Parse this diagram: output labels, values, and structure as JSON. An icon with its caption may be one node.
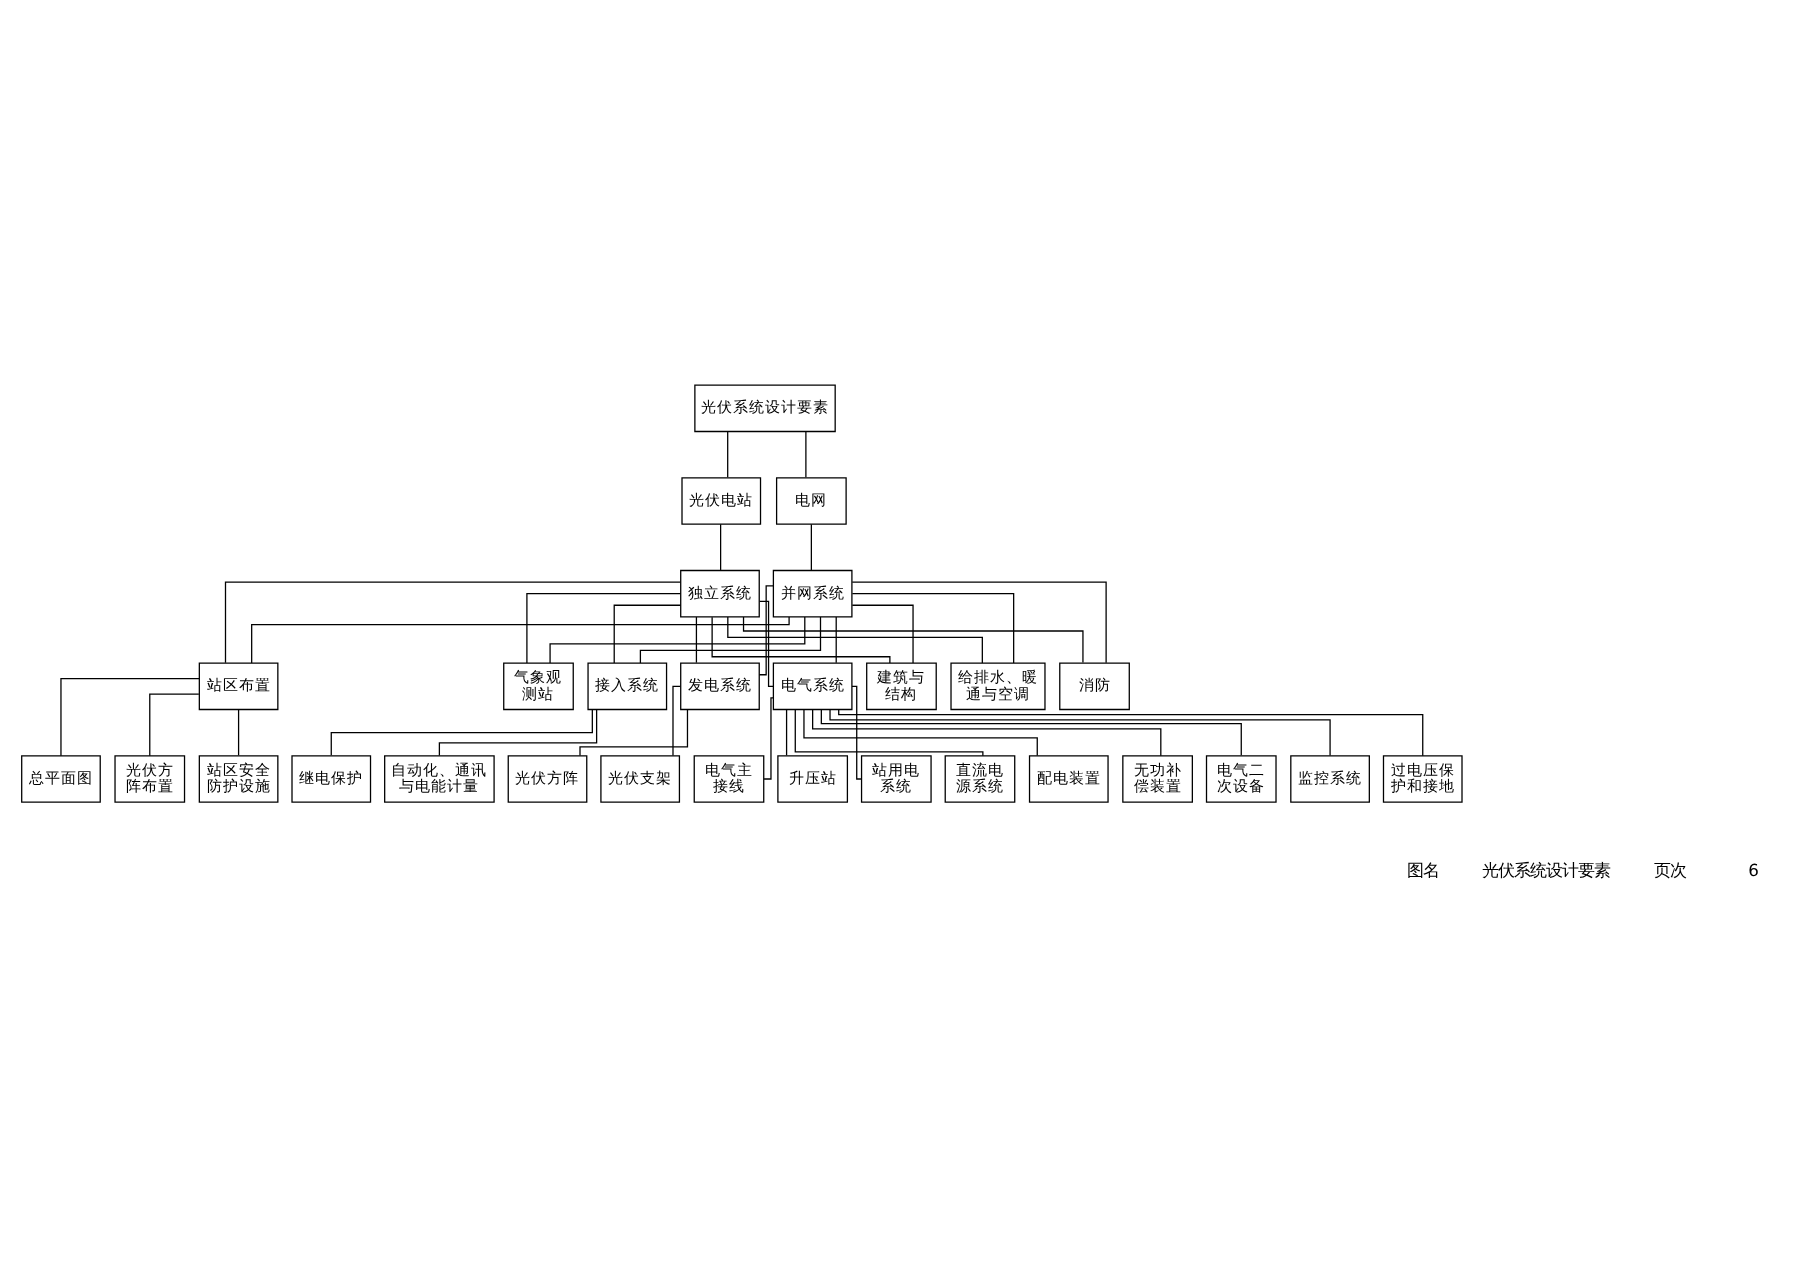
{
  "diagram": {
    "nodes": [
      {
        "text": [
          "光伏系统设计要素"
        ]
      },
      {
        "text": [
          "光伏电站"
        ]
      },
      {
        "text": [
          "独立系统"
        ]
      },
      {
        "text": [
          "电网"
        ]
      },
      {
        "text": [
          "并网系统"
        ]
      },
      {
        "text": [
          "站区布置"
        ]
      },
      {
        "text": [
          "气象观测站"
        ]
      },
      {
        "text": [
          "接入系统"
        ]
      },
      {
        "text": [
          "发电系统"
        ]
      },
      {
        "text": [
          "电气系统"
        ]
      },
      {
        "text": [
          "建筑与结构"
        ]
      },
      {
        "text": [
          "给排水、暖通与空调"
        ]
      },
      {
        "text": [
          "消防"
        ]
      },
      {
        "text": [
          "总平面图"
        ]
      },
      {
        "text": [
          "光伏方阵布置"
        ]
      },
      {
        "text": [
          "站区安全防护设施"
        ]
      },
      {
        "text": [
          "继电保护"
        ]
      },
      {
        "text": [
          "自动化、通讯与电能计量"
        ]
      },
      {
        "text": [
          "光伏方阵"
        ]
      },
      {
        "text": [
          "光伏支架"
        ]
      },
      {
        "text": [
          "电气主接线"
        ]
      },
      {
        "text": [
          "升压站"
        ]
      },
      {
        "text": [
          "站用电系统"
        ]
      },
      {
        "text": [
          "直流电源系统"
        ]
      },
      {
        "text": [
          "配电装置"
        ]
      },
      {
        "text": [
          "无功补偿装置"
        ]
      },
      {
        "text": [
          "电气二次设备"
        ]
      },
      {
        "text": [
          "监控系统"
        ]
      },
      {
        "text": [
          "过电压保护和接地"
        ]
      }
    ],
    "edges": [
      {
        "from": 0,
        "to": 1,
        "arrow": "none"
      },
      {
        "from": 0,
        "to": 3,
        "arrow": "none"
      },
      {
        "from": 1,
        "to": 2,
        "arrow": "none"
      },
      {
        "from": 3,
        "to": 4,
        "arrow": "none"
      },
      {
        "from": 2,
        "to": 5,
        "arrow": "none"
      },
      {
        "from": 2,
        "to": 6,
        "arrow": "none"
      },
      {
        "from": 2,
        "to": 7,
        "arrow": "none"
      },
      {
        "from": 2,
        "to": 8,
        "arrow": "none"
      },
      {
        "from": 2,
        "to": 9,
        "arrow": "none"
      },
      {
        "from": 2,
        "to": 10,
        "arrow": "none"
      },
      {
        "from": 2,
        "to": 11,
        "arrow": "none"
      },
      {
        "from": 2,
        "to": 12,
        "arrow": "none"
      },
      {
        "from": 4,
        "to": 5,
        "arrow": "none"
      },
      {
        "from": 4,
        "to": 6,
        "arrow": "none"
      },
      {
        "from": 4,
        "to": 7,
        "arrow": "none"
      },
      {
        "from": 4,
        "to": 8,
        "arrow": "none"
      },
      {
        "from": 4,
        "to": 9,
        "arrow": "none"
      },
      {
        "from": 4,
        "to": 10,
        "arrow": "none"
      },
      {
        "from": 4,
        "to": 11,
        "arrow": "none"
      },
      {
        "from": 4,
        "to": 12,
        "arrow": "none"
      },
      {
        "from": 5,
        "to": 13,
        "arrow": "none"
      },
      {
        "from": 5,
        "to": 14,
        "arrow": "none"
      },
      {
        "from": 5,
        "to": 15,
        "arrow": "none"
      },
      {
        "from": 7,
        "to": 16,
        "arrow": "none"
      },
      {
        "from": 7,
        "to": 17,
        "arrow": "none"
      },
      {
        "from": 8,
        "to": 18,
        "arrow": "none"
      },
      {
        "from": 8,
        "to": 19,
        "arrow": "none"
      },
      {
        "from": 9,
        "to": 20,
        "arrow": "none"
      },
      {
        "from": 9,
        "to": 21,
        "arrow": "none"
      },
      {
        "from": 9,
        "to": 22,
        "arrow": "none"
      },
      {
        "from": 9,
        "to": 23,
        "arrow": "none"
      },
      {
        "from": 9,
        "to": 24,
        "arrow": "none"
      },
      {
        "from": 9,
        "to": 25,
        "arrow": "none"
      },
      {
        "from": 9,
        "to": 26,
        "arrow": "none"
      },
      {
        "from": 9,
        "to": 27,
        "arrow": "none"
      },
      {
        "from": 9,
        "to": 28,
        "arrow": "none"
      }
    ],
    "labels": [
      "图名",
      "光伏系统设计要素",
      "页次",
      "6"
    ]
  }
}
